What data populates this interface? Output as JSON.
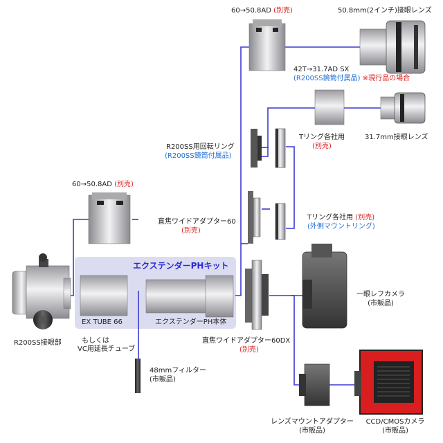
{
  "colors": {
    "connector": "#3a3ad0",
    "kit_bg": "#dcdcf0",
    "note_red": "#d81e1e",
    "note_blue": "#1e6fd8",
    "kit_title": "#2c2cd6"
  },
  "kit": {
    "title": "エクステンダーPHキット"
  },
  "labels": {
    "eyepiece_section": "R200SS接眼部",
    "ex_tube": "EX TUBE 66",
    "ex_tube_alt_1": "もしくは",
    "ex_tube_alt_2": "VC用延長チューブ",
    "extender_body": "エクステンダーPH本体",
    "adapter_60_508_left": "60→50.8AD",
    "adapter_60_508_left_note": "(別売)",
    "adapter_60_508_top": "60→50.8AD",
    "adapter_60_508_top_note": "(別売)",
    "eyepiece_508": "50.8mm(2インチ)接眼レンズ",
    "adapter_42t": "42T→31.7AD SX",
    "adapter_42t_note_blue": "(R200SS鏡筒付属品)",
    "adapter_42t_note_red": "※現行品の場合",
    "eyepiece_317": "31.7mm接眼レンズ",
    "rotating_ring": "R200SS用回転リング",
    "rotating_ring_note": "(R200SS鏡筒付属品)",
    "t_ring_1": "Tリング各社用",
    "t_ring_1_note": "(別売)",
    "wide_adapter_60": "直焦ワイドアダプター60",
    "wide_adapter_60_note": "(別売)",
    "t_ring_2": "Tリング各社用",
    "t_ring_2_note_red": "(別売)",
    "t_ring_2_note_blue": "(外側マウントリング)",
    "slr_camera": "一眼レフカメラ",
    "slr_camera_note": "(市販品)",
    "wide_adapter_60dx": "直焦ワイドアダプター60DX",
    "wide_adapter_60dx_note": "(別売)",
    "filter_48": "48mmフィルター",
    "filter_48_note": "(市販品)",
    "lens_mount_adapter": "レンズマウントアダプター",
    "lens_mount_adapter_note": "(市販品)",
    "ccd_camera": "CCD/CMOSカメラ",
    "ccd_camera_note": "(市販品)"
  }
}
